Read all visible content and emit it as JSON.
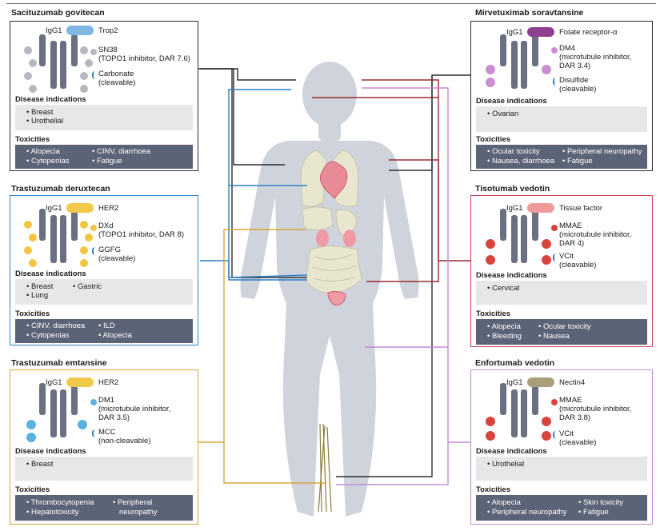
{
  "panels": [
    {
      "title": "Sacituzumab govitecan",
      "antibody": "IgG1",
      "target": "Trop2",
      "payload_line1": "SN38",
      "payload_line2": "(TOPO1 inhibitor, DAR 7.6)",
      "payload_line3": "",
      "linker_line1": "Carbonate",
      "linker_line2": "(cleavable)",
      "disease_heading": "Disease indications",
      "disease": [
        "Breast",
        "Urothelial"
      ],
      "tox_heading": "Toxicities",
      "tox_col1": [
        "Alopecia",
        "Cytopenias"
      ],
      "tox_col2": [
        "CINV, diarrhoea",
        "Fatigue"
      ],
      "color": "#2b2d35",
      "target_color": "#7fb6e2",
      "payload_color": "#b5b8bf"
    },
    {
      "title": "Trastuzumab deruxtecan",
      "antibody": "IgG1",
      "target": "HER2",
      "payload_line1": "DXd",
      "payload_line2": "(TOPO1 inhibitor, DAR 8)",
      "payload_line3": "",
      "linker_line1": "GGFG",
      "linker_line2": "(cleavable)",
      "disease_heading": "Disease indications",
      "disease_col1": [
        "Breast",
        "Lung"
      ],
      "disease_col2": [
        "Gastric"
      ],
      "tox_heading": "Toxicities",
      "tox_col1": [
        "CINV, diarrhoea",
        "Cytopenias"
      ],
      "tox_col2": [
        "ILD",
        "Alopecia"
      ],
      "color": "#2b8ac6",
      "target_color": "#f0c94b",
      "payload_color": "#f5c542"
    },
    {
      "title": "Trastuzumab emtansine",
      "antibody": "IgG1",
      "target": "HER2",
      "payload_line1": "DM1",
      "payload_line2": "(microtubule inhibitor,",
      "payload_line3": "DAR 3.5)",
      "linker_line1": "MCC",
      "linker_line2": "(non-cleavable)",
      "disease_heading": "Disease indications",
      "disease": [
        "Breast"
      ],
      "tox_heading": "Toxicities",
      "tox_col1": [
        "Thrombocytopenia",
        "Hepatotoxicity"
      ],
      "tox_col2": [
        "Peripheral",
        "neuropathy"
      ],
      "color": "#d9a53a",
      "target_color": "#f0c94b",
      "payload_color": "#5bb2e0"
    },
    {
      "title": "Mirvetuximab soravtansine",
      "antibody": "IgG1",
      "target": "Folate receptor-α",
      "payload_line1": "DM4",
      "payload_line2": "(microtubule inhibitor,",
      "payload_line3": "DAR 3.4)",
      "linker_line1": "Disulfide",
      "linker_line2": "(cleavable)",
      "disease_heading": "Disease indications",
      "disease": [
        "Ovarian"
      ],
      "tox_heading": "Toxicities",
      "tox_col1": [
        "Ocular toxicity",
        "Nausea, diarrhoea"
      ],
      "tox_col2": [
        "Peripheral neuropathy",
        "Fatigue"
      ],
      "color": "#2b2d35",
      "target_color": "#8e3f8f",
      "payload_color": "#c98fd0"
    },
    {
      "title": "Tisotumab vedotin",
      "antibody": "IgG1",
      "target": "Tissue factor",
      "payload_line1": "MMAE",
      "payload_line2": "(microtubule inhibitor,",
      "payload_line3": "DAR 4)",
      "linker_line1": "VCit",
      "linker_line2": "(cleavable)",
      "disease_heading": "Disease indications",
      "disease": [
        "Cervical"
      ],
      "tox_heading": "Toxicities",
      "tox_col1": [
        "Alopecia",
        "Bleeding"
      ],
      "tox_col2": [
        "Ocular toxicity",
        "Nausea"
      ],
      "color": "#c9444f",
      "target_color": "#ef9a9a",
      "payload_color": "#d9433e"
    },
    {
      "title": "Enfortumab vedotin",
      "antibody": "IgG1",
      "target": "Nectin4",
      "payload_line1": "MMAE",
      "payload_line2": "(microtubule inhibitor,",
      "payload_line3": "DAR 3.8)",
      "linker_line1": "VCit",
      "linker_line2": "(cleavable)",
      "disease_heading": "Disease indications",
      "disease": [
        "Urothelial"
      ],
      "tox_heading": "Toxicities",
      "tox_col1": [
        "Alopecia",
        "Peripheral neuropathy"
      ],
      "tox_col2": [
        "Skin toxicity",
        "Fatigue"
      ],
      "color": "#c48ad2",
      "target_color": "#a9a07a",
      "payload_color": "#d9433e"
    }
  ],
  "colors": {
    "body": "#cfd3dc",
    "organ": "#e9e6cf",
    "heart": "#e88a98",
    "kidney": "#ef9aa4",
    "nerve": "#8a7a3a",
    "antibody": "#6a7080",
    "linker": "#2b7fc2",
    "gold": "#d9a53a",
    "dark": "#2b2d35",
    "blue": "#2b7fc2",
    "red": "#9b2a30",
    "purple": "#c48ad2"
  }
}
